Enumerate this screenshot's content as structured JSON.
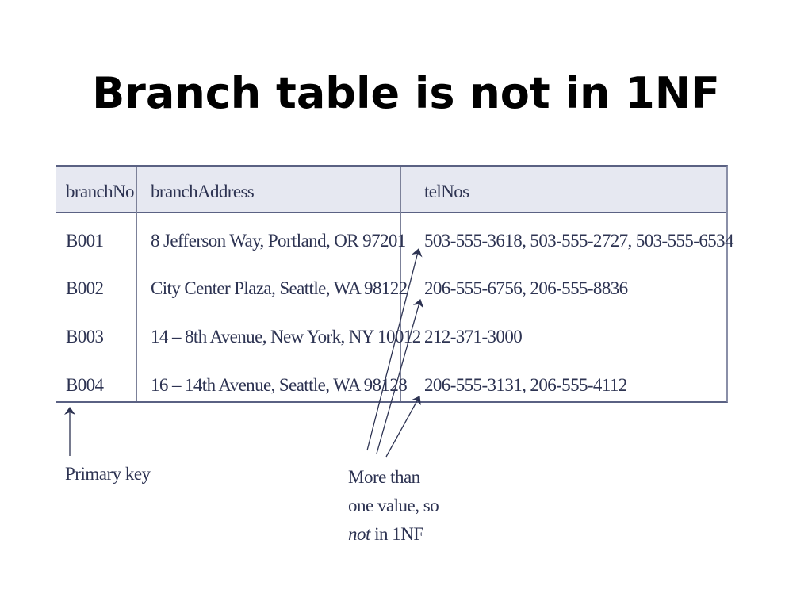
{
  "slide": {
    "title": "Branch table is not in 1NF"
  },
  "table": {
    "headers": [
      "branchNo",
      "branchAddress",
      "telNos"
    ],
    "rows": [
      [
        "B001",
        "8 Jefferson Way, Portland, OR 97201",
        "503-555-3618, 503-555-2727, 503-555-6534"
      ],
      [
        "B002",
        "City Center Plaza, Seattle, WA 98122",
        "206-555-6756, 206-555-8836"
      ],
      [
        "B003",
        "14 – 8th Avenue, New York, NY 10012",
        "212-371-3000"
      ],
      [
        "B004",
        "16 – 14th Avenue, Seattle, WA 98128",
        "206-555-3131, 206-555-4112"
      ]
    ]
  },
  "annotations": {
    "primary_key": "Primary key",
    "multi_value": {
      "line1": "More than",
      "line2": "one value, so",
      "line3_italic": "not",
      "line3_rest": " in 1NF"
    }
  },
  "colors": {
    "table_text": "#2d3352",
    "header_bg": "#e6e8f1",
    "border": "#5a6183"
  }
}
